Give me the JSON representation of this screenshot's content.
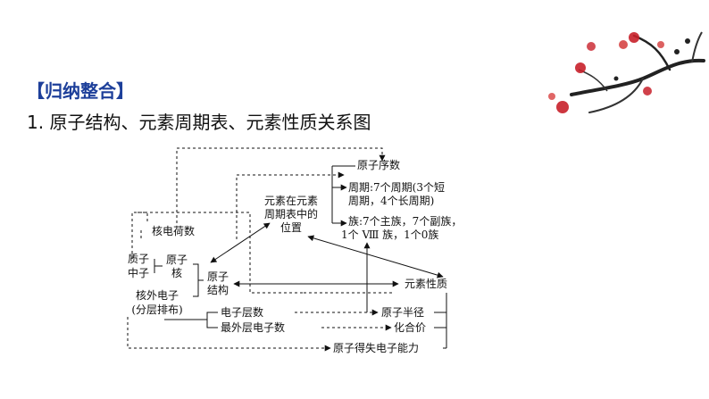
{
  "heading": "【归纳整合】",
  "subtitle": "1. 原子结构、元素周期表、元素性质关系图",
  "diagram": {
    "nodes": {
      "atomic_number": "原子序数",
      "period_line1": "周期:7个周期(3个短",
      "period_line2": "周期，4个长周期)",
      "group_line1": "族:7个主族，7个副族，",
      "group_line2": "1个 Ⅷ 族，1个0族",
      "position_line1": "元素在元素",
      "position_line2": "周期表中的",
      "position_line3": "位置",
      "nuclear_charge": "核电荷数",
      "proton": "质子",
      "neutron": "中子",
      "nucleus_line1": "原子",
      "nucleus_line2": "核",
      "structure_line1": "原子",
      "structure_line2": "结构",
      "extranuclear_line1": "核外电子",
      "extranuclear_line2": "(分层排布)",
      "element_properties": "元素性质",
      "shell_count": "电子层数",
      "outer_electrons": "最外层电子数",
      "atomic_radius": "原子半径",
      "valence": "化合价",
      "electron_ability": "原子得失电子能力"
    }
  },
  "colors": {
    "heading": "#1d3f9a",
    "text": "#111111",
    "blossom": "#c8202a"
  }
}
